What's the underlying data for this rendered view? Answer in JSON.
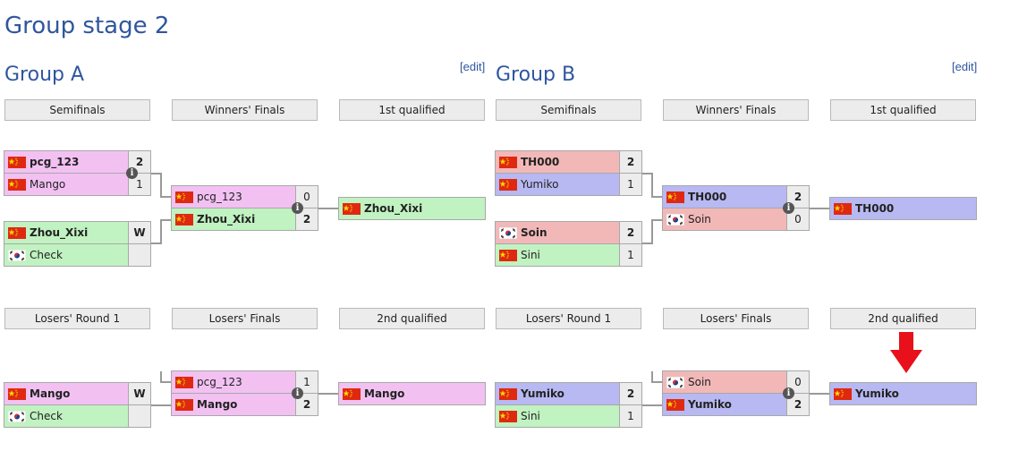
{
  "page_title": "Group stage 2",
  "edit_label": "[edit]",
  "groups": [
    {
      "title": "Group A",
      "headers": [
        "Semifinals",
        "Winners' Finals",
        "1st qualified",
        "Losers' Round 1",
        "Losers' Finals",
        "2nd qualified"
      ],
      "semi1": {
        "p1": "pcg_123",
        "s1": "2",
        "p2": "Mango",
        "s2": "1",
        "flag1": "cn",
        "flag2": "cn"
      },
      "semi2": {
        "p1": "Zhou_Xixi",
        "s1": "W",
        "p2": "Check",
        "s2": "",
        "flag1": "cn",
        "flag2": "kr"
      },
      "wfinal": {
        "p1": "pcg_123",
        "s1": "0",
        "p2": "Zhou_Xixi",
        "s2": "2",
        "flag1": "cn",
        "flag2": "cn"
      },
      "first": {
        "p": "Zhou_Xixi",
        "flag": "cn"
      },
      "lr1": {
        "p1": "Mango",
        "s1": "W",
        "p2": "Check",
        "s2": "",
        "flag1": "cn",
        "flag2": "kr"
      },
      "lfinal": {
        "p1": "pcg_123",
        "s1": "1",
        "p2": "Mango",
        "s2": "2",
        "flag1": "cn",
        "flag2": "cn"
      },
      "second": {
        "p": "Mango",
        "flag": "cn"
      }
    },
    {
      "title": "Group B",
      "headers": [
        "Semifinals",
        "Winners' Finals",
        "1st qualified",
        "Losers' Round 1",
        "Losers' Finals",
        "2nd qualified"
      ],
      "semi1": {
        "p1": "TH000",
        "s1": "2",
        "p2": "Yumiko",
        "s2": "1",
        "flag1": "cn",
        "flag2": "cn"
      },
      "semi2": {
        "p1": "Soin",
        "s1": "2",
        "p2": "Sini",
        "s2": "1",
        "flag1": "kr",
        "flag2": "cn"
      },
      "wfinal": {
        "p1": "TH000",
        "s1": "2",
        "p2": "Soin",
        "s2": "0",
        "flag1": "cn",
        "flag2": "kr"
      },
      "first": {
        "p": "TH000",
        "flag": "cn"
      },
      "lr1": {
        "p1": "Yumiko",
        "s1": "2",
        "p2": "Sini",
        "s2": "1",
        "flag1": "cn",
        "flag2": "cn"
      },
      "lfinal": {
        "p1": "Soin",
        "s1": "0",
        "p2": "Yumiko",
        "s2": "2",
        "flag1": "kr",
        "flag2": "cn"
      },
      "second": {
        "p": "Yumiko",
        "flag": "cn"
      }
    }
  ],
  "colors": {
    "heading": "#30569d",
    "pink": "#f2c1f2",
    "green": "#c1f2c1",
    "red": "#f2b8b8",
    "blue": "#b8b8f2",
    "arrow": "#e8101a"
  }
}
